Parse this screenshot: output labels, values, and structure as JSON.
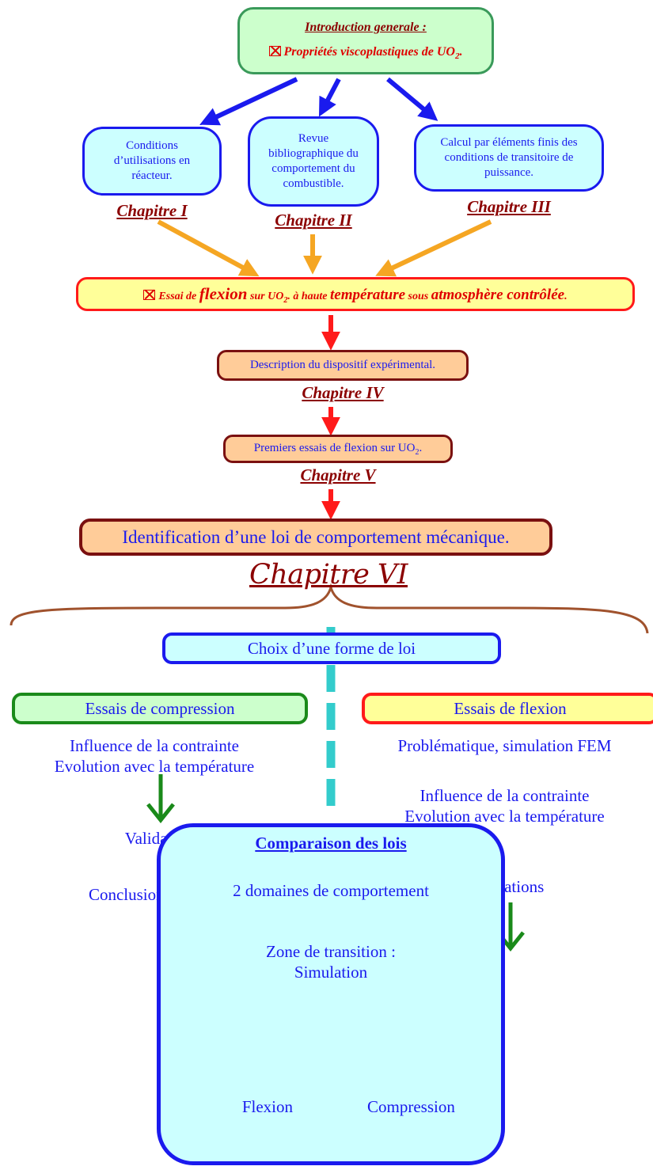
{
  "intro": {
    "title": "Introduction generale :",
    "subtitle_pre": "Propriétés viscoplastiques de UO",
    "subtitle_sub": "2",
    "subtitle_post": "."
  },
  "chapters_top": [
    {
      "text": "Conditions d’utilisations en réacteur.",
      "chapter": "Chapitre I"
    },
    {
      "text": "Revue bibliographique du comportement du combustible.",
      "chapter": "Chapitre II"
    },
    {
      "text": "Calcul par éléments finis des conditions de transitoire de puissance.",
      "chapter": "Chapitre III"
    }
  ],
  "essai": {
    "p1": "Essai de ",
    "p2": "flexion",
    "p3": " sur UO",
    "p3_sub": "2",
    "p4": ". à haute ",
    "p5": "température",
    "p6": " sous ",
    "p7": "atmosphère contrôlée",
    "p8": "."
  },
  "desc": {
    "text": "Description du dispositif expérimental.",
    "chapter": "Chapitre IV"
  },
  "premiers": {
    "text_pre": "Premiers essais de flexion sur UO",
    "text_sub": "2",
    "text_post": ".",
    "chapter": "Chapitre V"
  },
  "identification": {
    "text": "Identification d’une loi de comportement mécanique.",
    "chapter": "Chapitre VI"
  },
  "choix": "Choix d’une forme de loi",
  "compression": {
    "title": "Essais de compression",
    "line1": "Influence de la contrainte",
    "line2": "Evolution avec la température",
    "validations": "Validations",
    "conclusions": "Conclusions partielles"
  },
  "flexion": {
    "title": "Essais de flexion",
    "problem": "Problématique, simulation FEM",
    "line1": "Influence de la contrainte",
    "line2": "Evolution avec la température",
    "validations": "Validations"
  },
  "comparaison": {
    "title": "Comparaison des lois",
    "line1": "2 domaines de comportement",
    "line2": "Zone de transition :",
    "line3": "Simulation",
    "left": "Flexion",
    "right": "Compression"
  },
  "colors": {
    "blue": "#1a1aee",
    "red": "#ff1a1a",
    "orange": "#f5a623",
    "green": "#1a8a1a",
    "maroon": "#7a1010",
    "cyan_fill": "#ccffff",
    "green_fill": "#ccffcc",
    "yellow_fill": "#ffff99",
    "peach_fill": "#ffcc99",
    "teal": "#33cccc",
    "brown": "#a0522d"
  }
}
